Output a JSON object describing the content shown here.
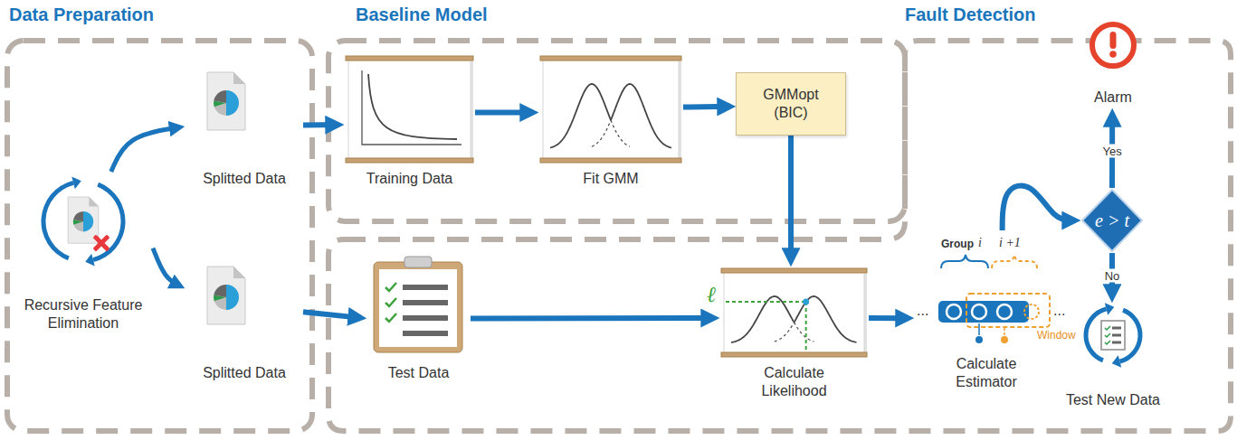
{
  "diagram": {
    "nodes": [
      {
        "text": [
          "Recursive Feature Elimination"
        ]
      },
      {
        "text": [
          "Splitted Data"
        ]
      },
      {
        "text": [
          "Splitted Data"
        ]
      },
      {
        "text": [
          "Training Data"
        ]
      },
      {
        "text": [
          "Fit GMM"
        ]
      },
      {
        "text": [
          "GMMopt (BIC)"
        ]
      },
      {
        "text": [
          "Test Data"
        ]
      },
      {
        "text": [
          "Calculate Likelihood"
        ]
      },
      {
        "text": [
          "Calculate Estimator"
        ]
      },
      {
        "text": [
          "e > t"
        ]
      },
      {
        "text": [
          "Alarm"
        ]
      },
      {
        "text": [
          "Test New Data"
        ]
      }
    ],
    "edges": [
      {
        "from": 0,
        "to": 1,
        "arrow": "to"
      },
      {
        "from": 0,
        "to": 2,
        "arrow": "to"
      },
      {
        "from": 1,
        "to": 3,
        "arrow": "to"
      },
      {
        "from": 3,
        "to": 4,
        "arrow": "to"
      },
      {
        "from": 4,
        "to": 5,
        "arrow": "to"
      },
      {
        "from": 5,
        "to": 7,
        "arrow": "to"
      },
      {
        "from": 2,
        "to": 6,
        "arrow": "to"
      },
      {
        "from": 6,
        "to": 7,
        "arrow": "to"
      },
      {
        "from": 7,
        "to": 8,
        "arrow": "to"
      },
      {
        "from": 8,
        "to": 9,
        "arrow": "to"
      },
      {
        "from": 9,
        "to": 10,
        "label": "Yes",
        "arrow": "to"
      },
      {
        "from": 9,
        "to": 11,
        "label": "No",
        "arrow": "to"
      }
    ],
    "labels": [
      "Data Preparation",
      "Baseline Model",
      "Fault Detection",
      "ℓ",
      "...",
      "Group",
      "i",
      "i +1",
      "Window",
      "..."
    ]
  }
}
